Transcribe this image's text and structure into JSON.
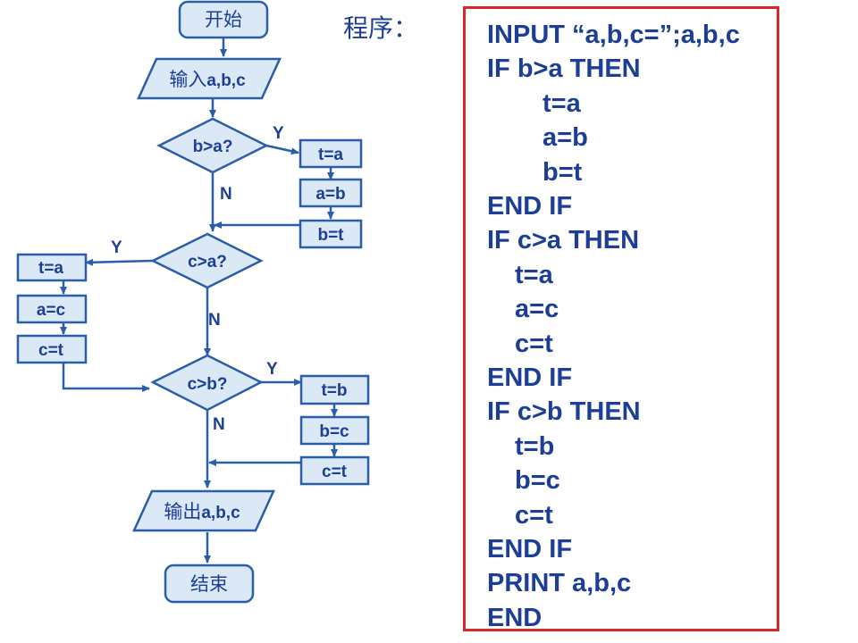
{
  "flowchart": {
    "start": "开始",
    "input": {
      "prefix": "输入",
      "vars": "a,b,c"
    },
    "decision1": "b>a?",
    "swap1": [
      "t=a",
      "a=b",
      "b=t"
    ],
    "decision2": "c>a?",
    "swap2": [
      "t=a",
      "a=c",
      "c=t"
    ],
    "decision3": "c>b?",
    "swap3": [
      "t=b",
      "b=c",
      "c=t"
    ],
    "output": {
      "prefix": "输出",
      "vars": "a,b,c"
    },
    "end": "结束",
    "yes": "Y",
    "no": "N"
  },
  "program": {
    "label": "程序：",
    "lines": [
      {
        "text": "INPUT “a,b,c=”;a,b,c",
        "indent": 0
      },
      {
        "text": "IF b>a THEN",
        "indent": 0
      },
      {
        "text": "t=a",
        "indent": 2
      },
      {
        "text": "a=b",
        "indent": 2
      },
      {
        "text": "b=t",
        "indent": 2
      },
      {
        "text": "END IF",
        "indent": 0
      },
      {
        "text": "IF c>a THEN",
        "indent": 0
      },
      {
        "text": "t=a",
        "indent": 1
      },
      {
        "text": "a=c",
        "indent": 1
      },
      {
        "text": "c=t",
        "indent": 1
      },
      {
        "text": "END IF",
        "indent": 0
      },
      {
        "text": "IF c>b THEN",
        "indent": 0
      },
      {
        "text": "t=b",
        "indent": 1
      },
      {
        "text": "b=c",
        "indent": 1
      },
      {
        "text": "c=t",
        "indent": 1
      },
      {
        "text": "END IF",
        "indent": 0
      },
      {
        "text": "PRINT a,b,c",
        "indent": 0
      },
      {
        "text": "END",
        "indent": 0
      }
    ]
  },
  "colors": {
    "shape_fill": "#dbe8f6",
    "shape_stroke": "#2b5ea8",
    "text": "#1c3f95",
    "code_border": "#d9262a"
  }
}
